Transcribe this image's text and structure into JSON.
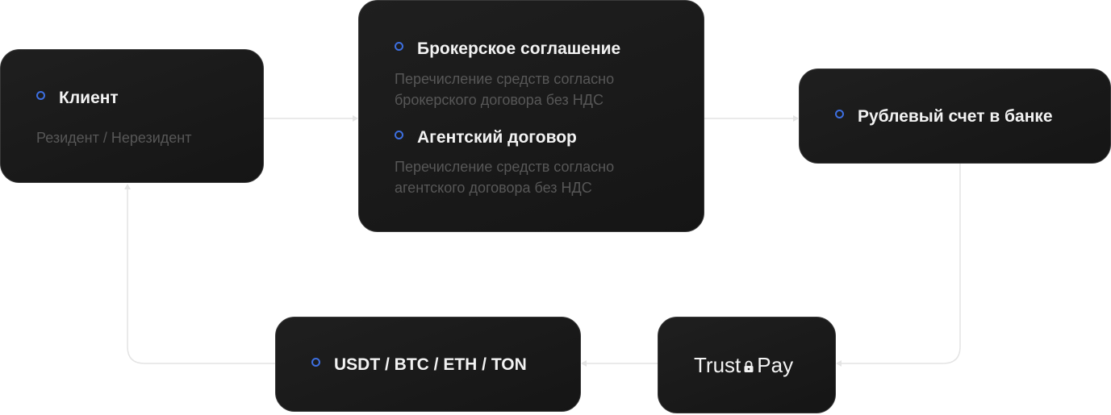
{
  "client": {
    "title": "Клиент",
    "subtitle": "Резидент / Нерезидент"
  },
  "contracts": {
    "broker": {
      "title": "Брокерское соглашение",
      "line1": "Перечисление средств согласно",
      "line2": "брокерского договора без НДС"
    },
    "agent": {
      "title": "Агентский договор",
      "line1": "Перечисление средств согласно",
      "line2": "агентского договора без НДС"
    }
  },
  "bank": {
    "title": "Рублевый счет в банке"
  },
  "trustpay": {
    "part1": "Trust",
    "part2": "Pay",
    "icon": "lock-icon"
  },
  "crypto": {
    "title": "USDT / BTC / ETH / TON"
  },
  "colors": {
    "accent": "#3d6fe0",
    "box": "#1a1a1a",
    "line": "#e6e6e6"
  }
}
